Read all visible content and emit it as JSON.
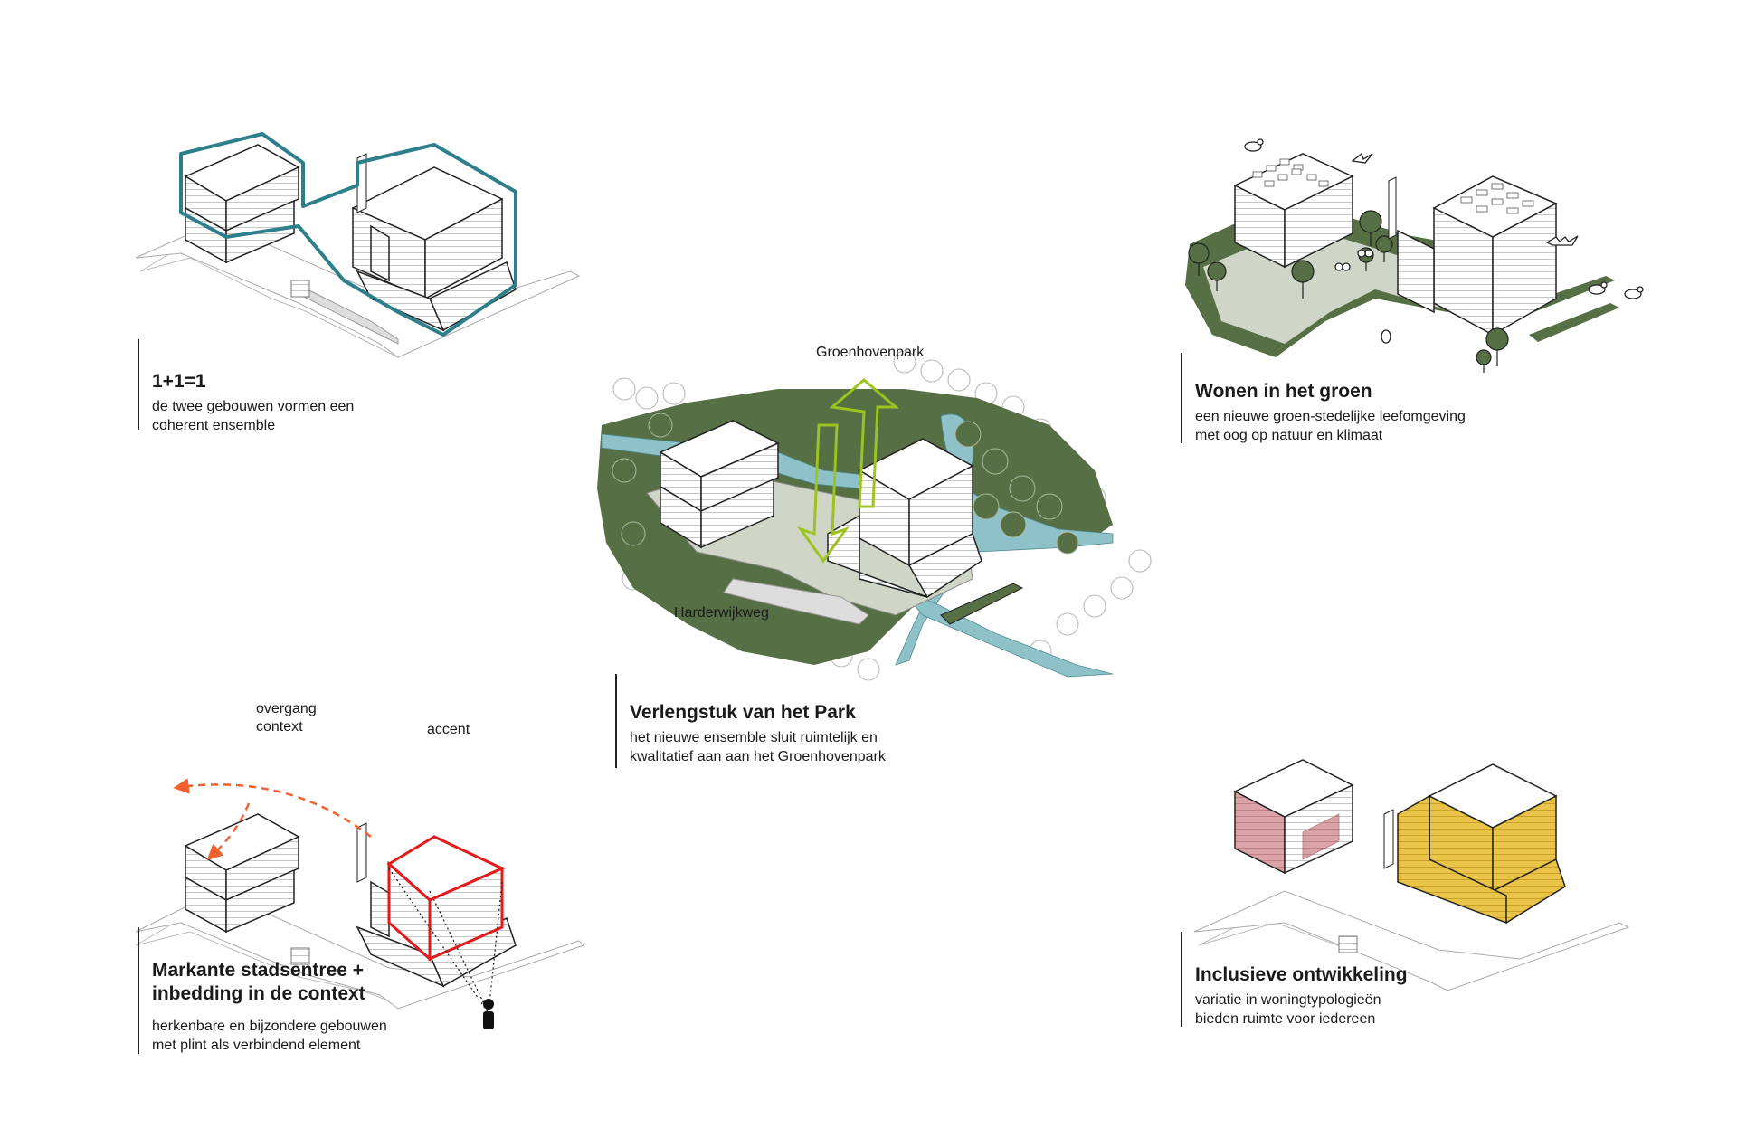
{
  "panels": {
    "ensemble": {
      "title": "1+1=1",
      "line1": "de twee gebouwen vormen een",
      "line2": "coherent ensemble"
    },
    "green": {
      "title": "Wonen in het groen",
      "line1": "een nieuwe groen-stedelijke leefomgeving",
      "line2": "met oog op natuur en klimaat"
    },
    "park": {
      "title": "Verlengstuk van het Park",
      "line1": "het nieuwe ensemble sluit ruimtelijk en",
      "line2": "kwalitatief aan aan het Groenhovenpark",
      "label_park": "Groenhovenpark",
      "label_road": "Harderwijkweg"
    },
    "entrance": {
      "title_line1": "Markante stadsentree +",
      "title_line2": "inbedding in de context",
      "line1": "herkenbare en bijzondere gebouwen",
      "line2": "met plint als verbindend element",
      "label_transition_1": "overgang",
      "label_transition_2": "context",
      "label_accent": "accent"
    },
    "inclusive": {
      "title": "Inclusieve ontwikkeling",
      "line1": "variatie in woningtypologieën",
      "line2": "bieden ruimte voor iedereen"
    }
  },
  "colors": {
    "outline_teal": "#2e7f8c",
    "green_area": "#566f45",
    "water": "#8fc2c8",
    "accent_red": "#e21c1c",
    "arrow_orange": "#f0612f",
    "arrow_green": "#9cc31f",
    "pink_units": "#c98a8f",
    "yellow_units": "#e8c23a"
  }
}
